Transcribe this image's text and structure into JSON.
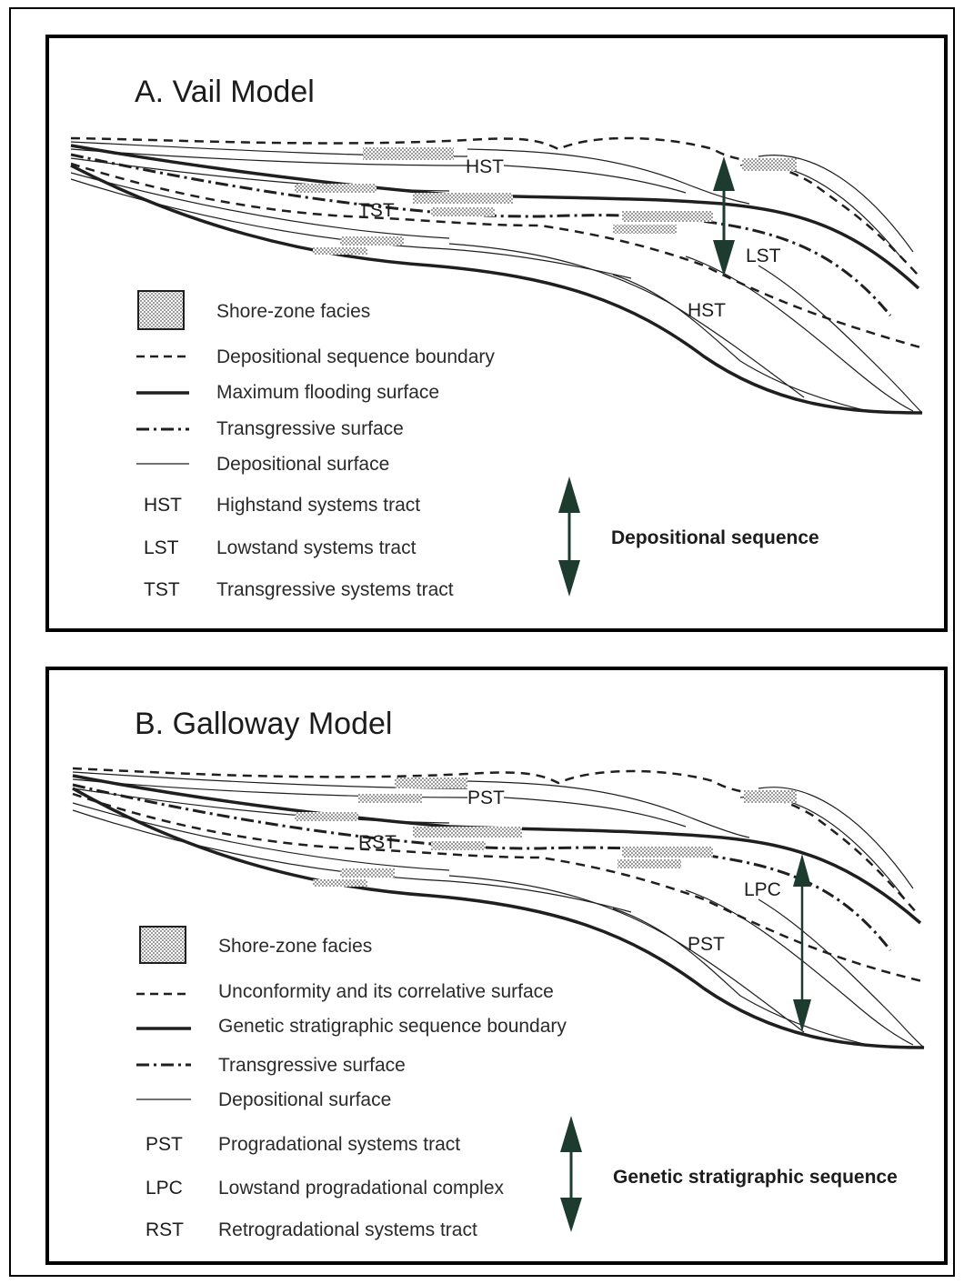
{
  "colors": {
    "line": "#1f1f1f",
    "arrow": "#1d3b2f",
    "stipple": "#6a6a6a"
  },
  "panel_a": {
    "title": "A. Vail Model",
    "tract_labels": {
      "hst_top": "HST",
      "tst": "TST",
      "lst": "LST",
      "hst_lower": "HST"
    },
    "legend_lines": [
      {
        "symbol": "shore-zone-box",
        "label": "Shore-zone facies"
      },
      {
        "symbol": "dashed",
        "label": "Depositional sequence boundary"
      },
      {
        "symbol": "thick-solid",
        "label": "Maximum flooding surface"
      },
      {
        "symbol": "dash-dot",
        "label": "Transgressive surface"
      },
      {
        "symbol": "thin-solid",
        "label": "Depositional surface"
      }
    ],
    "legend_abbr": [
      {
        "abbr": "HST",
        "label": "Highstand systems tract"
      },
      {
        "abbr": "LST",
        "label": "Lowstand systems tract"
      },
      {
        "abbr": "TST",
        "label": "Transgressive systems tract"
      }
    ],
    "sequence_label": "Depositional sequence"
  },
  "panel_b": {
    "title": "B. Galloway Model",
    "tract_labels": {
      "pst_top": "PST",
      "rst": "RST",
      "lpc": "LPC",
      "pst_lower": "PST"
    },
    "legend_lines": [
      {
        "symbol": "shore-zone-box",
        "label": "Shore-zone facies"
      },
      {
        "symbol": "dashed",
        "label": "Unconformity and its correlative surface"
      },
      {
        "symbol": "thick-solid",
        "label": "Genetic stratigraphic sequence boundary"
      },
      {
        "symbol": "dash-dot",
        "label": "Transgressive surface"
      },
      {
        "symbol": "thin-solid",
        "label": "Depositional surface"
      }
    ],
    "legend_abbr": [
      {
        "abbr": "PST",
        "label": "Progradational systems tract"
      },
      {
        "abbr": "LPC",
        "label": "Lowstand progradational complex"
      },
      {
        "abbr": "RST",
        "label": "Retrogradational systems tract"
      }
    ],
    "sequence_label": "Genetic stratigraphic sequence"
  }
}
